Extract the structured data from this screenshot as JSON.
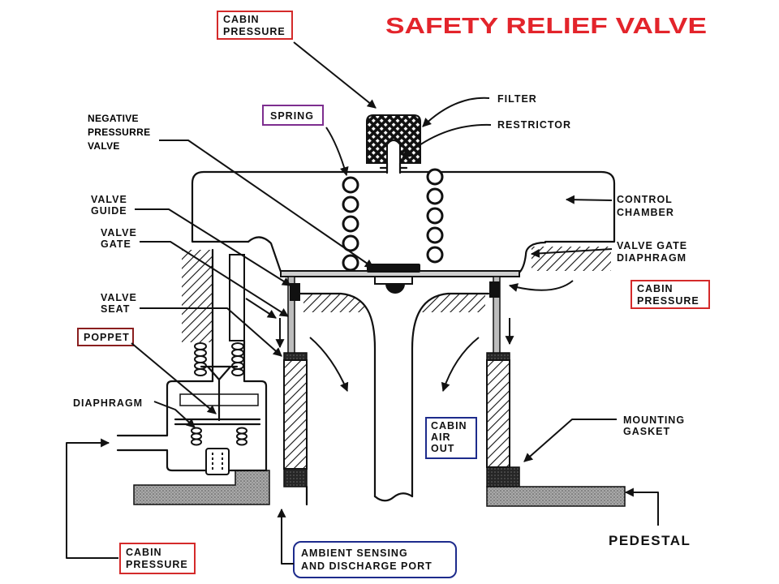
{
  "title": "SAFETY RELIEF VALVE",
  "labels": {
    "cabin_pressure_top": [
      "CABIN",
      "PRESSURE"
    ],
    "filter": "FILTER",
    "restrictor": "RESTRICTOR",
    "negative_pressure_valve": [
      "NEGATIVE",
      "PRESSURRE",
      "VALVE"
    ],
    "spring": "SPRING",
    "control_chamber": [
      "CONTROL",
      "CHAMBER"
    ],
    "valve_guide": [
      "VALVE",
      "GUIDE"
    ],
    "valve_gate": [
      "VALVE",
      "GATE"
    ],
    "valve_gate_diaphragm": [
      "VALVE GATE",
      "DIAPHRAGM"
    ],
    "cabin_pressure_right": [
      "CABIN",
      "PRESSURE"
    ],
    "valve_seat": [
      "VALVE",
      "SEAT"
    ],
    "poppet": "POPPET",
    "diaphragm": "DIAPHRAGM",
    "cabin_air_out": [
      "CABIN",
      "AIR",
      "OUT"
    ],
    "mounting_gasket": [
      "MOUNTING",
      "GASKET"
    ],
    "pedestal": "PEDESTAL",
    "cabin_pressure_bottom": [
      "CABIN",
      "PRESSURE"
    ],
    "ambient_port": [
      "AMBIENT SENSING",
      "AND DISCHARGE PORT"
    ]
  },
  "colors": {
    "title": "#e3242b",
    "cabin_pressure_box": "#d42a2a",
    "spring_box": "#7d2e8f",
    "poppet_box": "#8a1f1f",
    "cabin_air_out_box": "#1d2b8c",
    "ambient_port_box": "#1d2b8c"
  }
}
